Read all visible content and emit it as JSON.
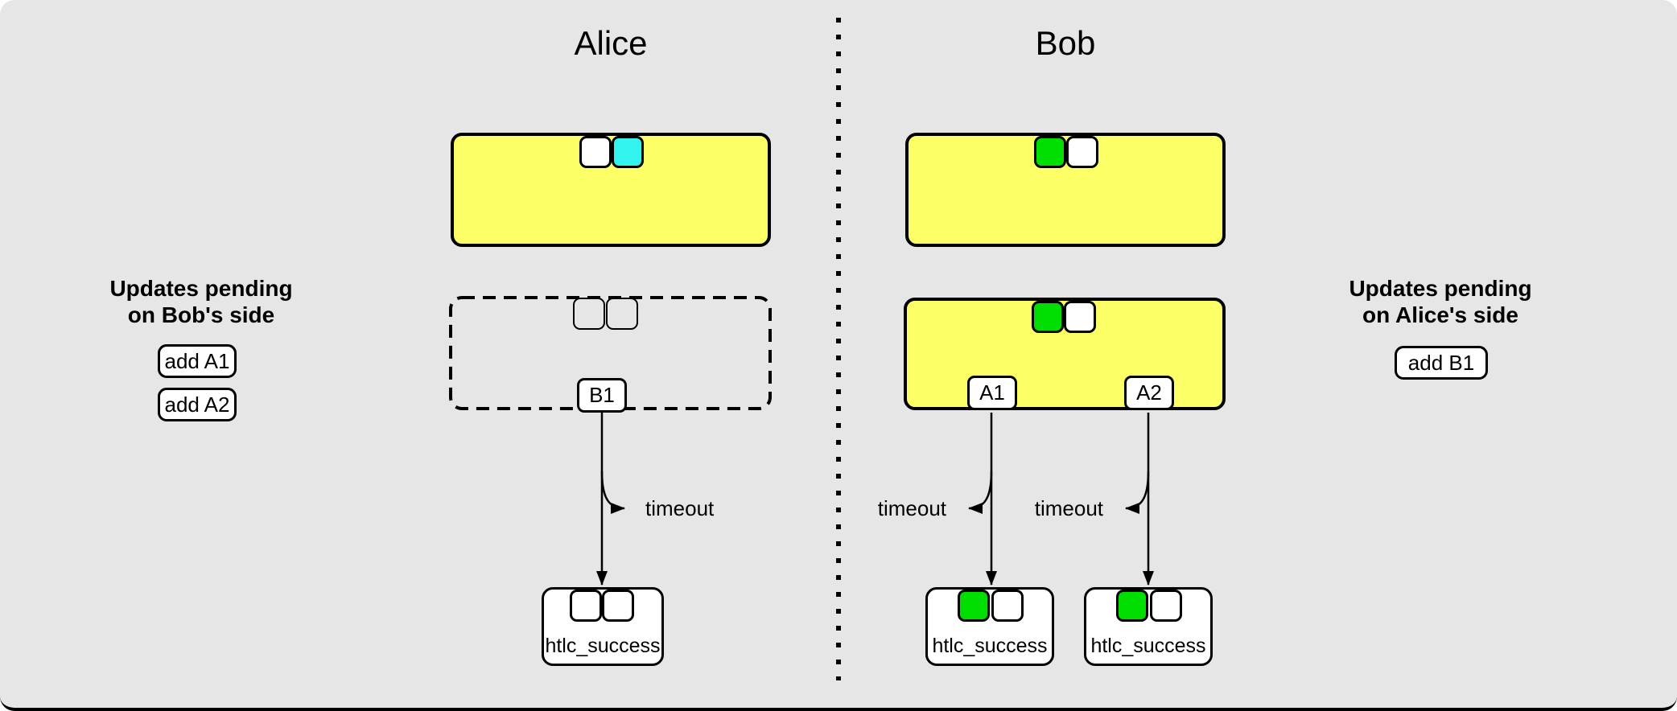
{
  "colors": {
    "canvas_bg": "#e6e6e6",
    "commitment_yellow": "#fcff66",
    "cyan": "#33f3ee",
    "green": "#00dd00",
    "white": "#ffffff"
  },
  "titles": {
    "alice": "Alice",
    "bob": "Bob"
  },
  "labels": {
    "timeout": "timeout",
    "htlc_success": "htlc_success"
  },
  "left_panel": {
    "heading_line1": "Updates pending",
    "heading_line2": "on Bob's side",
    "buttons": [
      {
        "label": "add A1"
      },
      {
        "label": "add A2"
      }
    ]
  },
  "right_panel": {
    "heading_line1": "Updates pending",
    "heading_line2": "on Alice's side",
    "buttons": [
      {
        "label": "add B1"
      }
    ]
  },
  "alice_column": {
    "pending_output_label": "B1"
  },
  "bob_column": {
    "pending_output_labels": [
      "A1",
      "A2"
    ]
  }
}
